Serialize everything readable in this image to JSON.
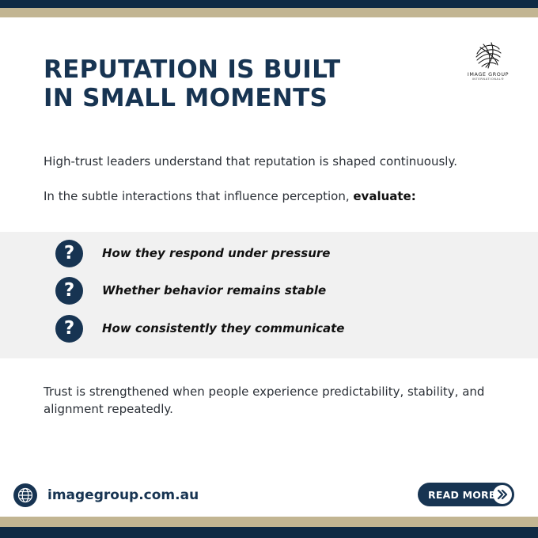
{
  "headline": {
    "line1": "REPUTATION IS BUILT",
    "line2": "IN SMALL MOMENTS"
  },
  "logo": {
    "name": "IMAGE GROUP",
    "sub": "INTERNATIONAL®"
  },
  "body": {
    "paragraph1": "High-trust leaders understand that reputation is shaped continuously.",
    "paragraph2_prefix": "In the subtle interactions that influence perception, ",
    "paragraph2_bold": "evaluate:",
    "paragraph3": "Trust is strengthened when people experience predictability, stability, and alignment repeatedly."
  },
  "questions": {
    "icon_glyph": "?",
    "items": [
      "How they respond under pressure",
      "Whether behavior remains stable",
      "How consistently they communicate"
    ]
  },
  "footer": {
    "website": "imagegroup.com.au",
    "website_icon": "globe-icon",
    "cta_label": "READ MORE",
    "cta_icon": "double-chevron-right-icon"
  },
  "colors": {
    "navy": "#173452",
    "dark_navy": "#0f2a44",
    "gold": "#c2b592",
    "panel": "#f1f1f1"
  }
}
